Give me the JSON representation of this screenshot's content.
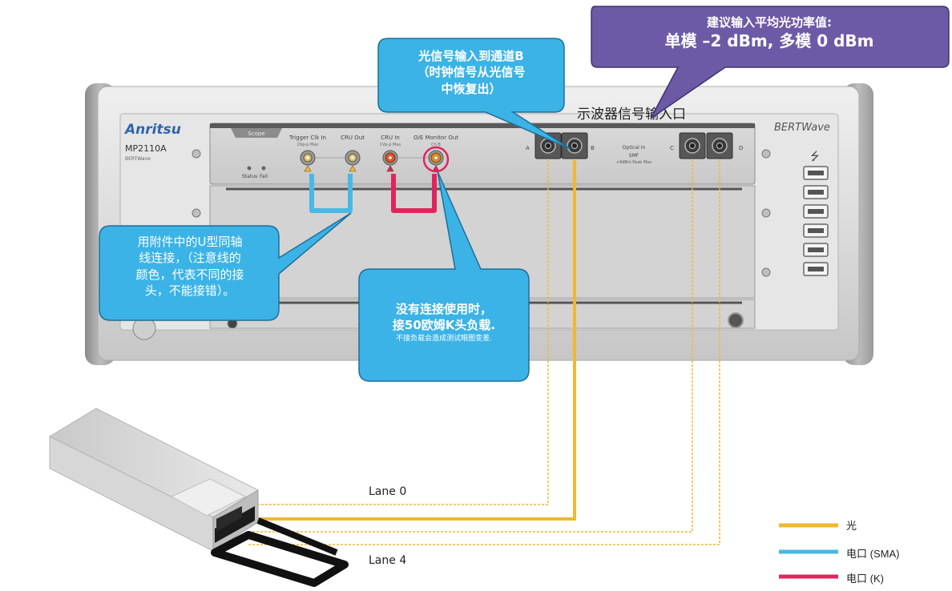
{
  "instrument": {
    "brand": "Anritsu",
    "model": "MP2110A",
    "sub_brand_small": "BERTWave",
    "product_logo": "BERTWave",
    "module_label": "Scope",
    "status_label": "Status",
    "fail_label": "Fail",
    "ports": [
      {
        "name": "Trigger Clk In",
        "spec": "2Vp-p Max"
      },
      {
        "name": "CRU Out",
        "spec": ""
      },
      {
        "name": "CRU In",
        "spec": "1Vp-p Max"
      },
      {
        "name": "O/E Monitor Out",
        "spec": "Ch B"
      }
    ],
    "optical_letters": [
      "A",
      "B",
      "C",
      "D"
    ],
    "optical_in_label": "Optical In",
    "optical_in_mode": "SMF",
    "optical_in_spec": "+6dBm Peak Max",
    "usb_symbol": "⭍"
  },
  "annotations": {
    "scope_input_title": "示波器信号输入口",
    "power_callout": {
      "line1": "建议输入平均光功率值:",
      "line2": "单模  –2 dBm, 多模 0 dBm"
    },
    "channel_b_callout": {
      "line1": "光信号输入到通道B",
      "line2": "（时钟信号从光信号",
      "line3": "中恢复出）"
    },
    "u_coax_callout": {
      "line1": "用附件中的U型同轴",
      "line2": "线连接，（注意线的",
      "line3": "颜色，代表不同的接",
      "line4": "头，不能接错）。"
    },
    "load_callout": {
      "line1": "没有连接使用时，",
      "line2": "接50欧姆K头负载.",
      "line3": "不接负载会造成测试眼图变差."
    }
  },
  "lanes": {
    "lane0": "Lane 0",
    "lane4": "Lane 4"
  },
  "legend": [
    {
      "label": "光",
      "color": "#f2b731"
    },
    {
      "label": "电口 (SMA)",
      "color": "#48b8e4"
    },
    {
      "label": "电口 (K)",
      "color": "#e0255e"
    }
  ],
  "colors": {
    "callout_blue": "#3bb3e6",
    "callout_purple": "#6c5aa6",
    "optical": "#f2b731",
    "sma": "#48b8e4",
    "k": "#e0255e"
  }
}
